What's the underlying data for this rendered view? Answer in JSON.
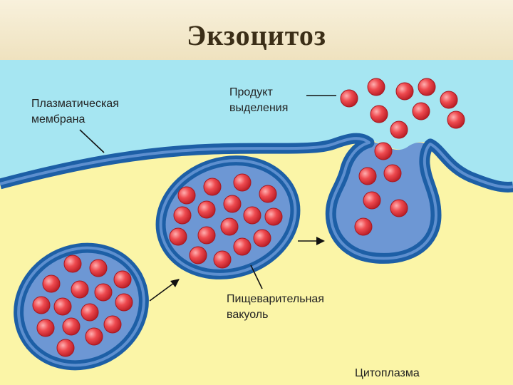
{
  "title": "Экзоцитоз",
  "labels": {
    "membrane_line1": "Плазматическая",
    "membrane_line2": "мембрана",
    "product_line1": "Продукт",
    "product_line2": "выделения",
    "vacuole_line1": "Пищеварительная",
    "vacuole_line2": "вакуоль",
    "cytoplasm": "Цитоплазма"
  },
  "colors": {
    "extracellular": "#a6e6f2",
    "cytoplasm": "#fbf5a7",
    "membrane": "#1d5fa6",
    "vesicle_fill": "#6d97d4",
    "granule": "#e8333a"
  }
}
